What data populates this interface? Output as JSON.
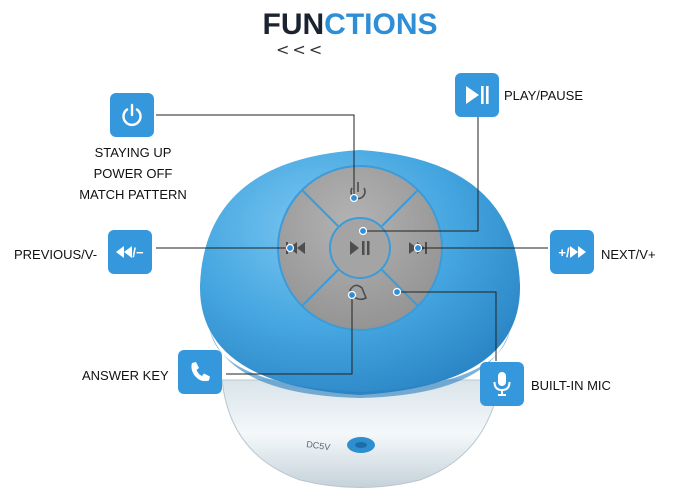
{
  "title": {
    "main": "FUN",
    "accent": "CTIONS"
  },
  "chevrons": "<<<",
  "features": {
    "power": {
      "lines": [
        "STAYING UP",
        "POWER OFF",
        "MATCH PATTERN"
      ],
      "icon": "power-icon"
    },
    "play_pause": {
      "label": "PLAY/PAUSE",
      "icon": "play-pause-icon"
    },
    "previous": {
      "label": "PREVIOUS/V-",
      "icon": "rewind-minus-icon",
      "icon_text": "/−"
    },
    "next": {
      "label": "NEXT/V+",
      "icon": "plus-forward-icon",
      "icon_text": "+/"
    },
    "answer": {
      "label": "ANSWER KEY",
      "icon": "phone-icon"
    },
    "mic": {
      "label": "BUILT-IN MIC",
      "icon": "microphone-icon"
    }
  },
  "device_text": "DC5V",
  "colors": {
    "accent": "#3597dc",
    "speaker_blue": "#4aa9e3",
    "control_grey": "#9d9d9d",
    "title_dark": "#1c2330"
  }
}
